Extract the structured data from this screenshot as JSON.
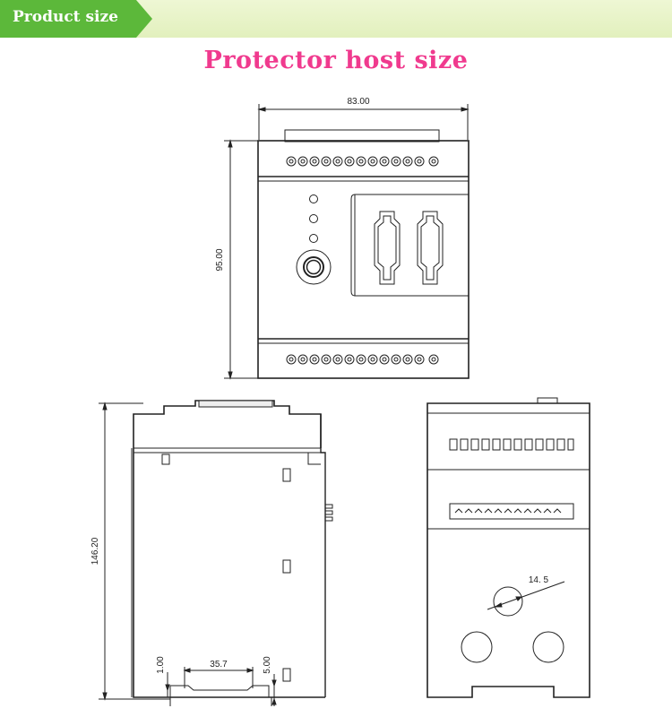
{
  "header": {
    "tab_label": "Product size"
  },
  "title": "Protector host size",
  "dimensions": {
    "top_width": "83.00",
    "top_height": "95.00",
    "side_height": "146.20",
    "rail_width": "35.7",
    "rail_left_gap": "1.00",
    "rail_right_gap": "5.00",
    "hole_diameter": "14. 5"
  },
  "colors": {
    "title": "#f03a8e",
    "tab": "#5cb83a",
    "header_bg": "#e6f2c4"
  }
}
